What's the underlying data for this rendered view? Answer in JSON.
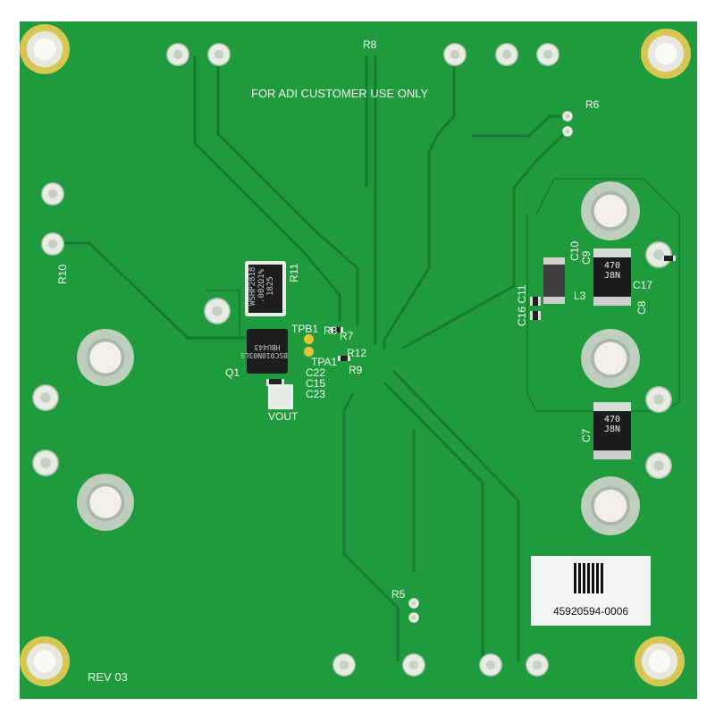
{
  "board": {
    "notice": "FOR ADI CUSTOMER USE ONLY",
    "revision": "REV 03",
    "colors": {
      "soldermask": "#1f9b3d",
      "silkscreen": "#f4f7f2",
      "trace": "#167a30"
    }
  },
  "silkscreen_labels": {
    "R8": "R8",
    "R6": "R6",
    "R10": "R10",
    "R11": "R11",
    "TPB1": "TPB1",
    "R3": "R3",
    "R7": "R7",
    "R12": "R12",
    "TPA1": "TPA1",
    "R9": "R9",
    "Q1": "Q1",
    "C22": "C22",
    "C15": "C15",
    "C23": "C23",
    "VOUT": "VOUT",
    "C10": "C10",
    "C9": "C9",
    "L3": "L3",
    "C17": "C17",
    "C8": "C8",
    "C16_C11": "C16 C11",
    "C7": "C7",
    "R5": "R5"
  },
  "component_markings": {
    "R11": "WSHP2818 .002Ω1% 1825",
    "Q1": "BSC010N03LS HBU443",
    "C8": "470 J8N",
    "C7": "470 J8N"
  },
  "serial_label": "45920594-0006"
}
